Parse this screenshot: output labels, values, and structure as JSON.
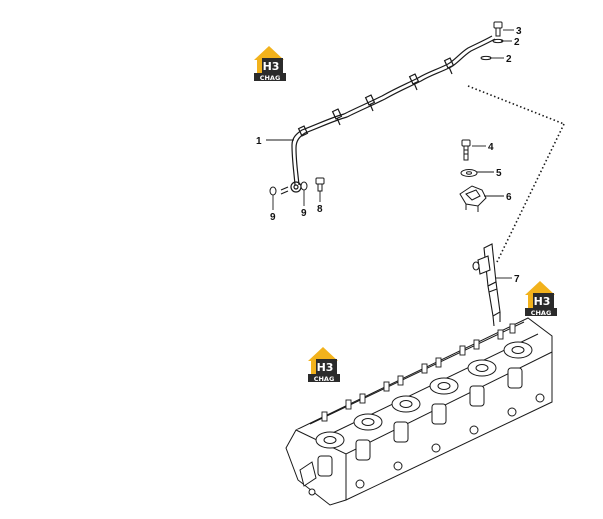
{
  "colors": {
    "line": "#1a1a1a",
    "logo_yellow": "#f2b21c",
    "logo_dark": "#2b2b2b",
    "logo_text": "#ffffff"
  },
  "logo": {
    "mark": "H3",
    "caption": "CHAG"
  },
  "callouts": {
    "c1": "1",
    "c2a": "2",
    "c2b": "2",
    "c3": "3",
    "c4": "4",
    "c5": "5",
    "c6": "6",
    "c7": "7",
    "c8": "8",
    "c9a": "9",
    "c9b": "9"
  }
}
